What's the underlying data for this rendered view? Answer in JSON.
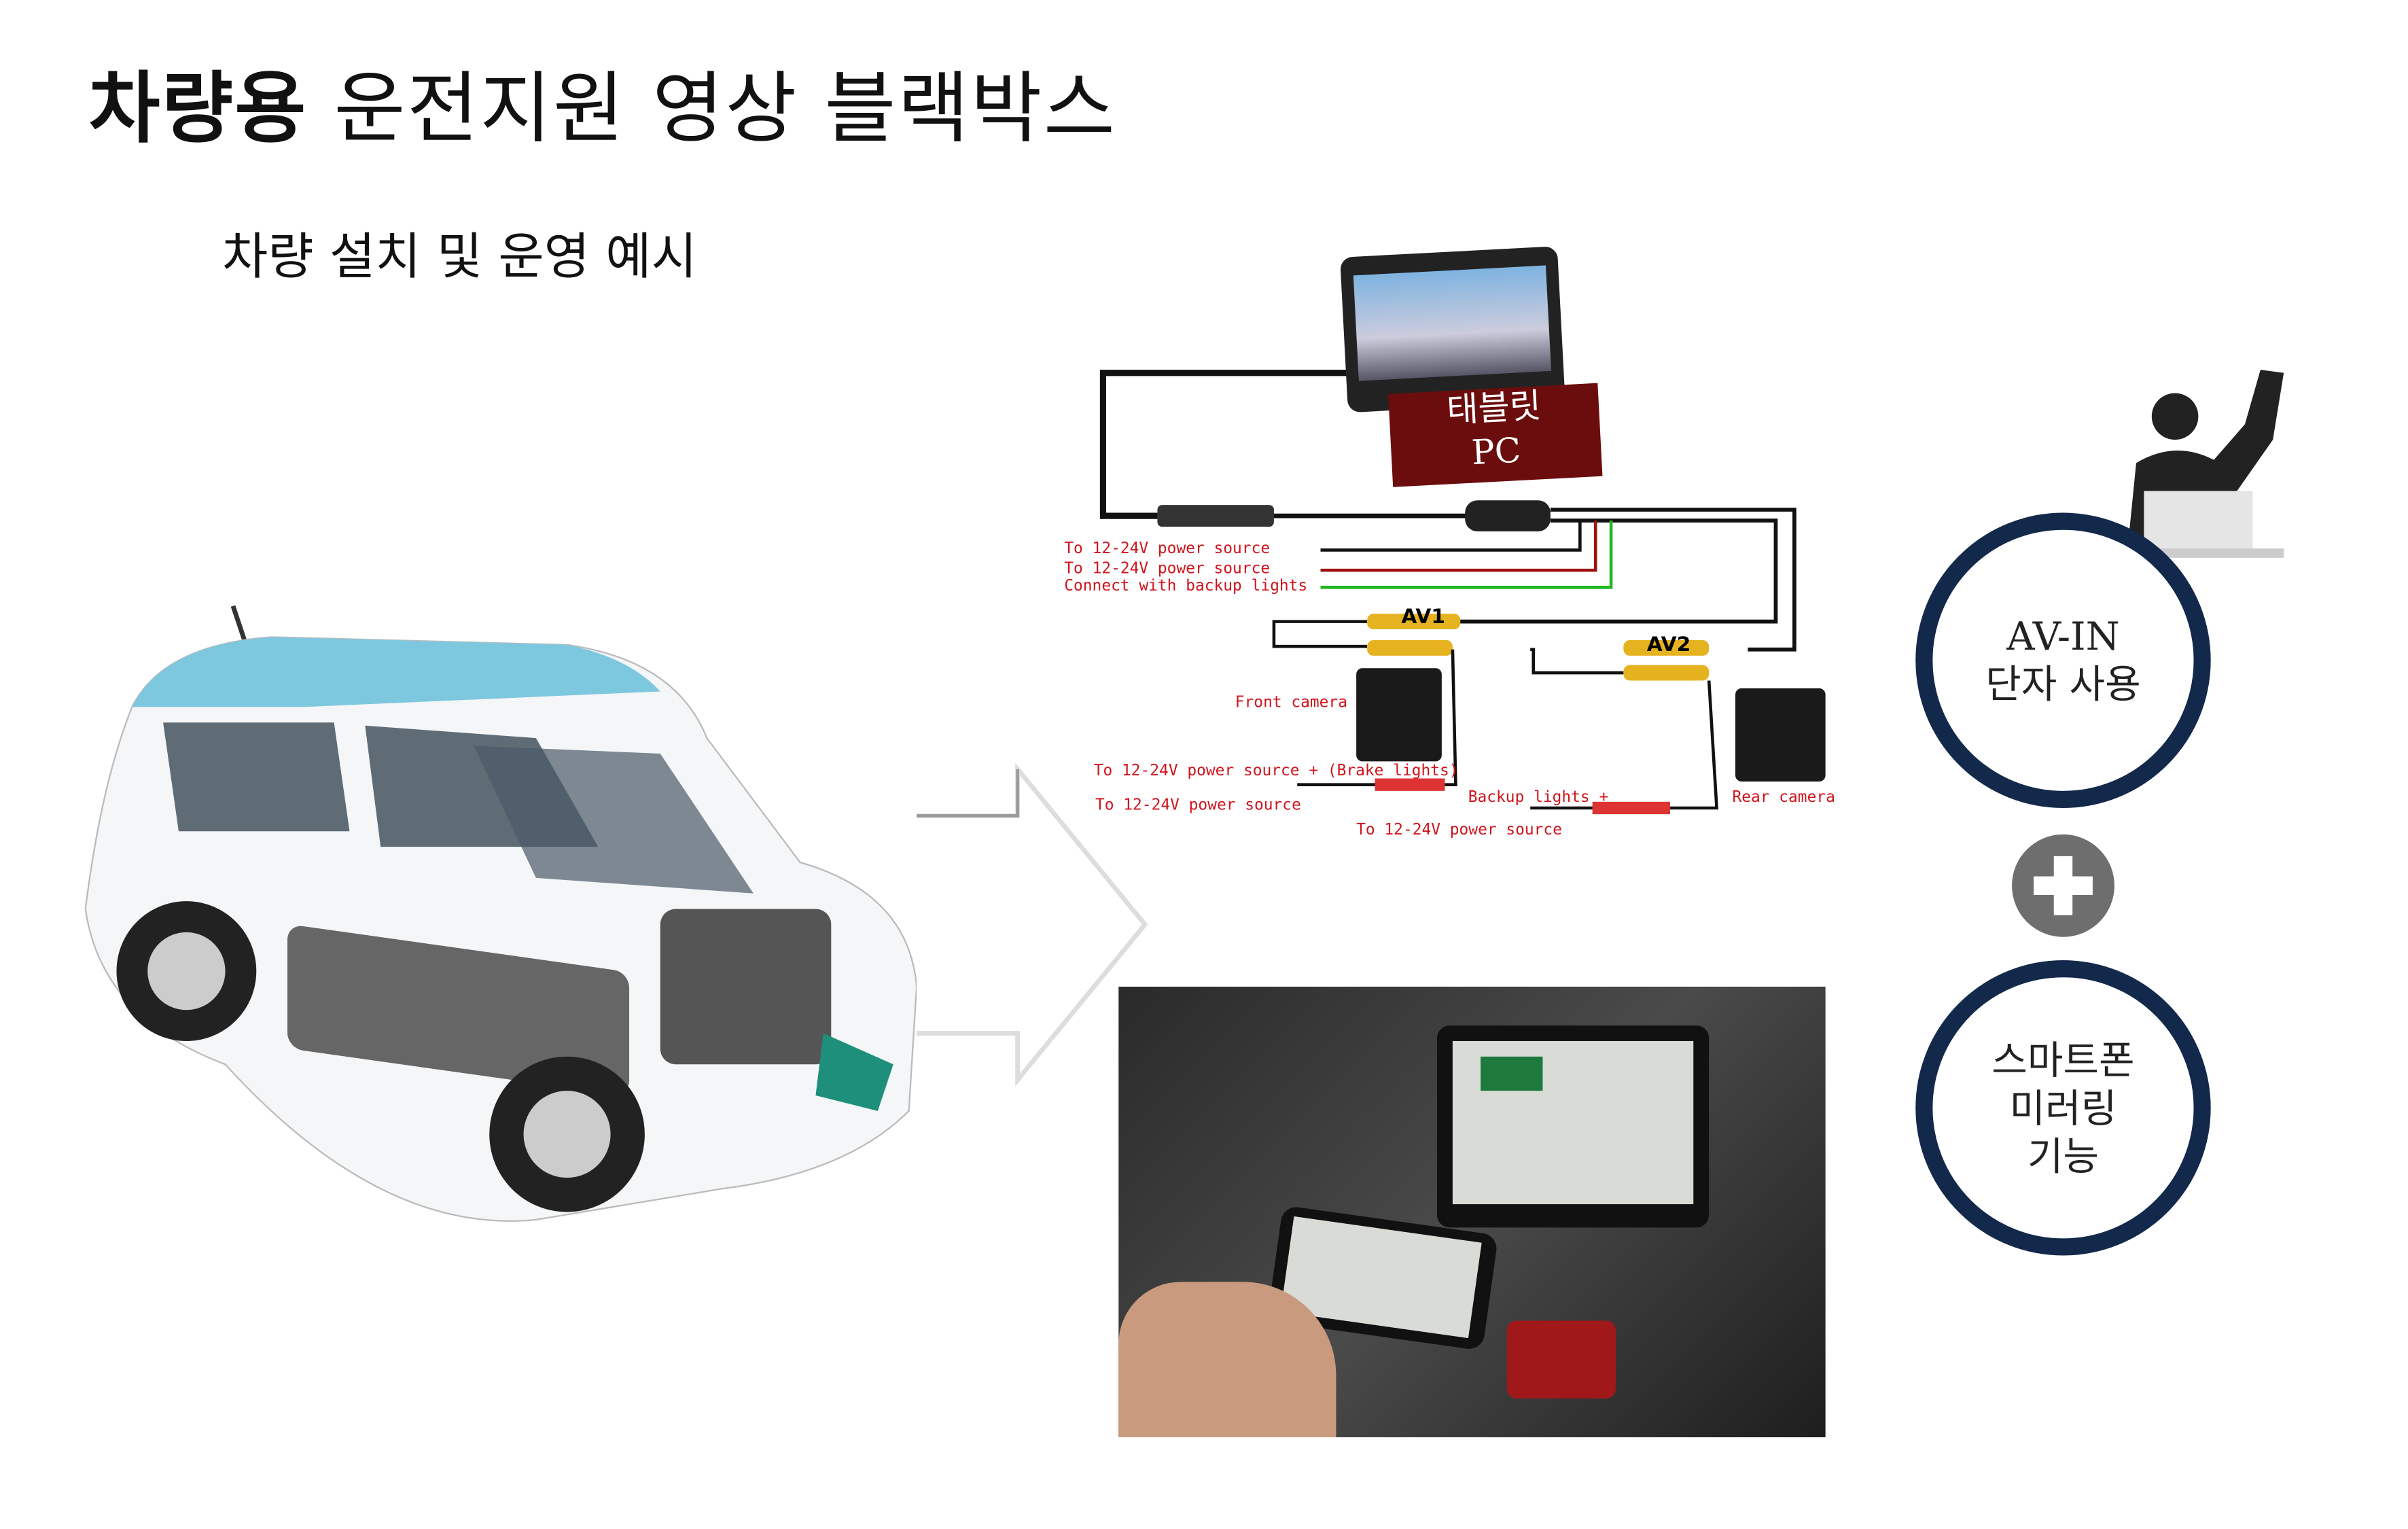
{
  "title": {
    "bold": "차량용",
    "rest": " 운전지원 영상 블랙박스"
  },
  "subtitle": "차량 설치 및 운영 예시",
  "diagram": {
    "tablet_label_1": "태블릿",
    "tablet_label_2": "PC",
    "labels": {
      "power_neg": "To 12-24V power source",
      "power_pos": "To 12-24V power source",
      "backup_connect": "Connect with backup lights",
      "av1": "AV1",
      "av2": "AV2",
      "front_camera": "Front camera",
      "front_power_pos": "To 12-24V power source",
      "brake": "(Brake lights)",
      "front_power_neg": "To 12-24V power source",
      "backup_lights": "Backup lights",
      "rear_power_neg": "To 12-24V power source",
      "rear_camera": "Rear camera"
    }
  },
  "features": [
    {
      "line1": "AV-IN",
      "line2": "단자 사용"
    },
    {
      "line1": "스마트폰",
      "line2": "미러링",
      "line3": "기능"
    }
  ],
  "colors": {
    "navy": "#13294b",
    "plus_gray": "#6e6e6e",
    "label_red": "#d0141c",
    "tablet_red": "#6b0d0d"
  }
}
